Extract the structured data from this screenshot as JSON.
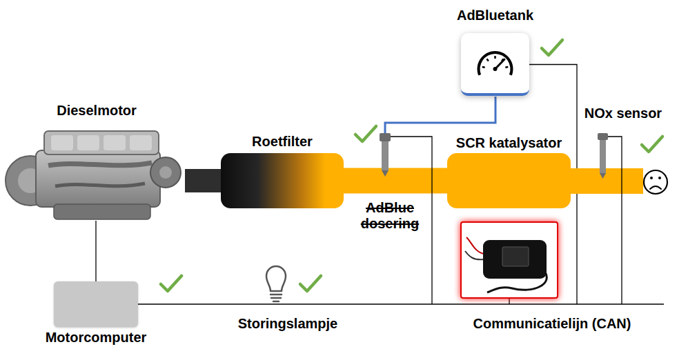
{
  "diagram": {
    "nodes": [
      {
        "text": [
          "AdBluetank"
        ]
      },
      {
        "text": [
          "Dieselmotor"
        ]
      },
      {
        "text": [
          "Roetfilter"
        ]
      },
      {
        "text": [
          "SCR katalysator"
        ]
      },
      {
        "text": [
          "Motorcomputer"
        ]
      }
    ],
    "edges": [
      {
        "from": 1,
        "to": 2,
        "arrow": "none"
      },
      {
        "from": 2,
        "to": 3,
        "arrow": "none"
      },
      {
        "from": 1,
        "to": 4,
        "arrow": "none"
      },
      {
        "from": 4,
        "to": 0,
        "arrow": "none"
      }
    ],
    "labels": [
      "NOx sensor",
      "AdBlue dosering",
      "Storingslampje",
      "Communicatielijn (CAN)"
    ]
  }
}
